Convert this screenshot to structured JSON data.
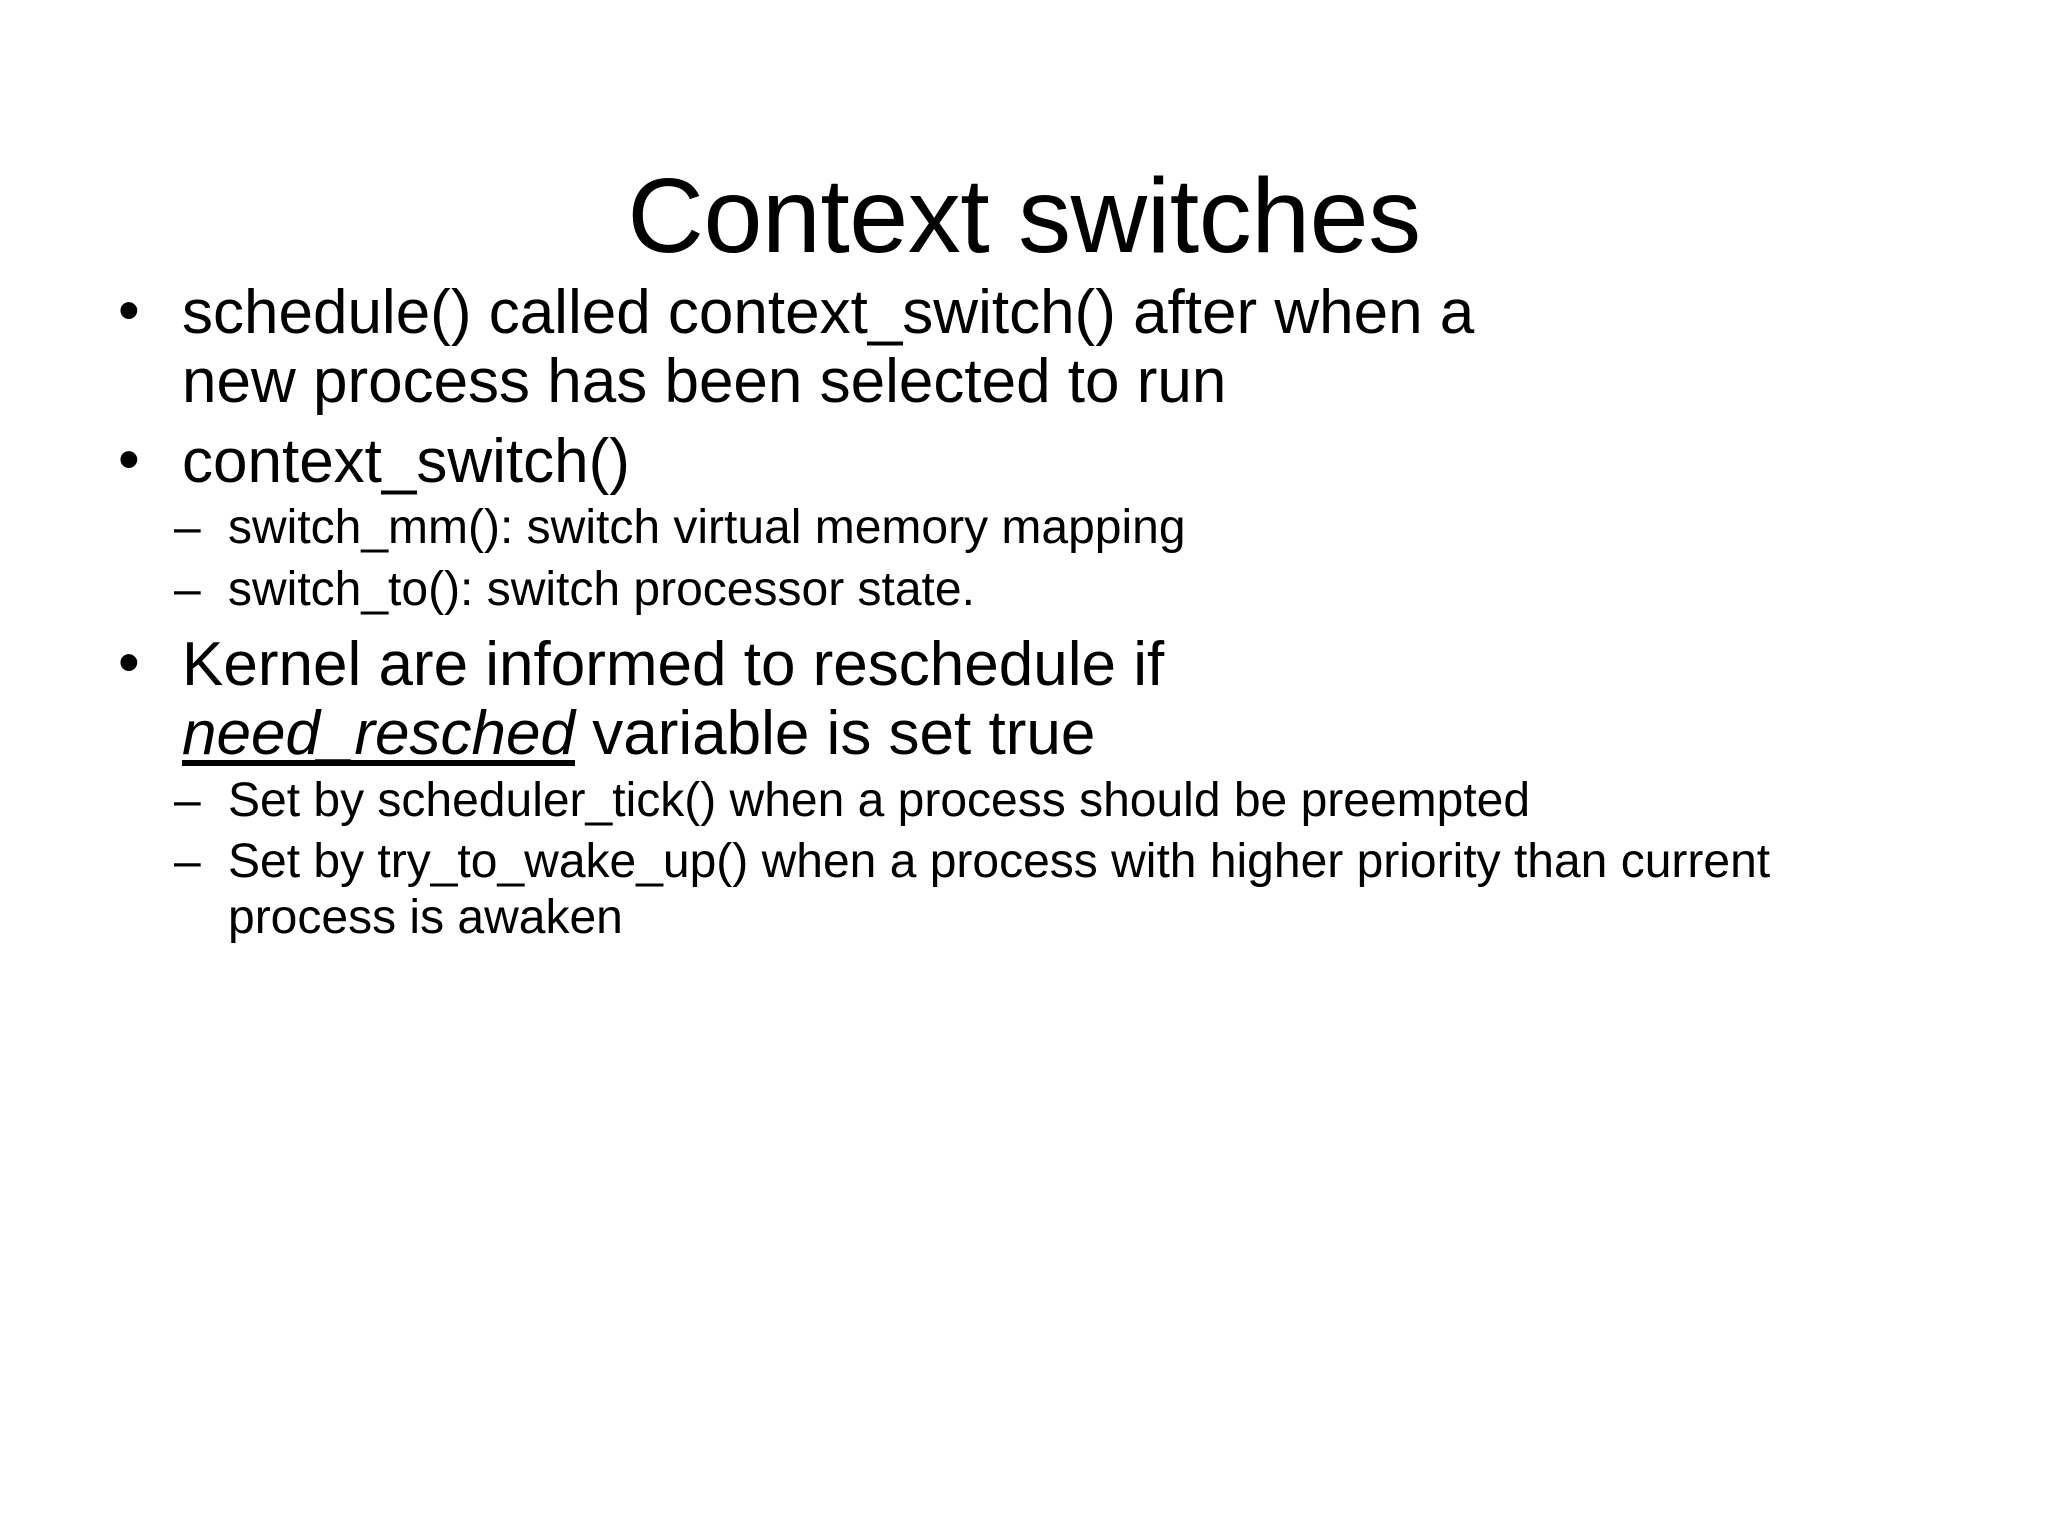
{
  "slide": {
    "background_color": "#ffffff",
    "text_color": "#000000",
    "title": "Context switches",
    "bullet_marker": "•",
    "sub_bullet_marker": "–",
    "content": [
      {
        "level": 1,
        "text": "schedule() called context_switch() after when a new process has been selected to run"
      },
      {
        "level": 1,
        "text": "context_switch()"
      },
      {
        "level": 2,
        "text": "switch_mm(): switch virtual memory mapping"
      },
      {
        "level": 2,
        "text": "switch_to(): switch processor state."
      },
      {
        "level": 1,
        "text_before": "Kernel are informed to reschedule if ",
        "emphasis": "need_resched",
        "text_after": " variable is set true"
      },
      {
        "level": 2,
        "text": "Set by scheduler_tick() when a process should be preempted"
      },
      {
        "level": 2,
        "text": "Set by try_to_wake_up() when a process with higher priority than current process is awaken"
      }
    ]
  }
}
